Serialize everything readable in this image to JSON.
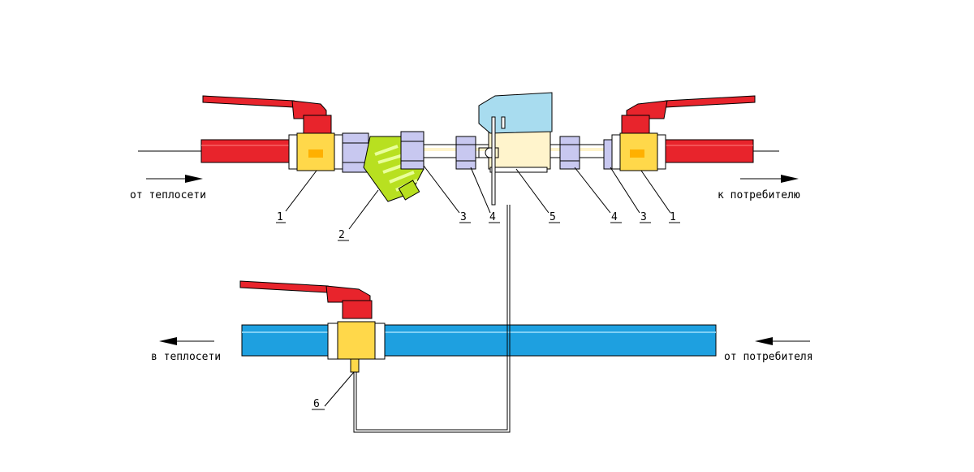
{
  "labels": {
    "supply_in": "от теплосети",
    "supply_out": "к потребителю",
    "return_out": "в теплосети",
    "return_in": "от потребителя"
  },
  "callouts": [
    "1",
    "2",
    "3",
    "4",
    "5",
    "4",
    "3",
    "1",
    "6"
  ],
  "colors": {
    "supply_pipe": "#e8242c",
    "return_pipe": "#1ea0e0",
    "valve_body": "#ffd84a",
    "valve_handle": "#e8242c",
    "filter": "#b8e020",
    "meter_head": "#a8dcef",
    "meter_body": "#fff4cc",
    "union_nut": "#c8c8f0",
    "outline": "#000000"
  },
  "icons": [
    "flow-arrow-right-icon",
    "flow-arrow-left-icon",
    "ball-valve-icon",
    "strainer-icon",
    "heat-meter-icon",
    "temperature-sensor-icon"
  ]
}
